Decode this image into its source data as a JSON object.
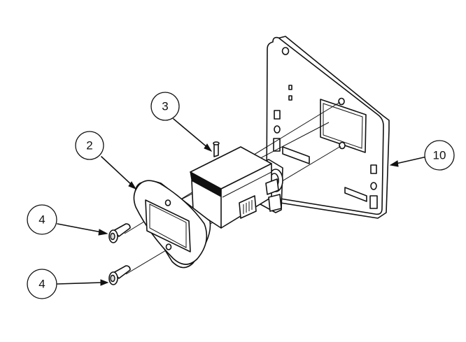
{
  "callouts": [
    {
      "id": "servo",
      "label": "3"
    },
    {
      "id": "bezel",
      "label": "2"
    },
    {
      "id": "screw-upper",
      "label": "4"
    },
    {
      "id": "screw-lower",
      "label": "4"
    },
    {
      "id": "plate",
      "label": "10"
    }
  ]
}
